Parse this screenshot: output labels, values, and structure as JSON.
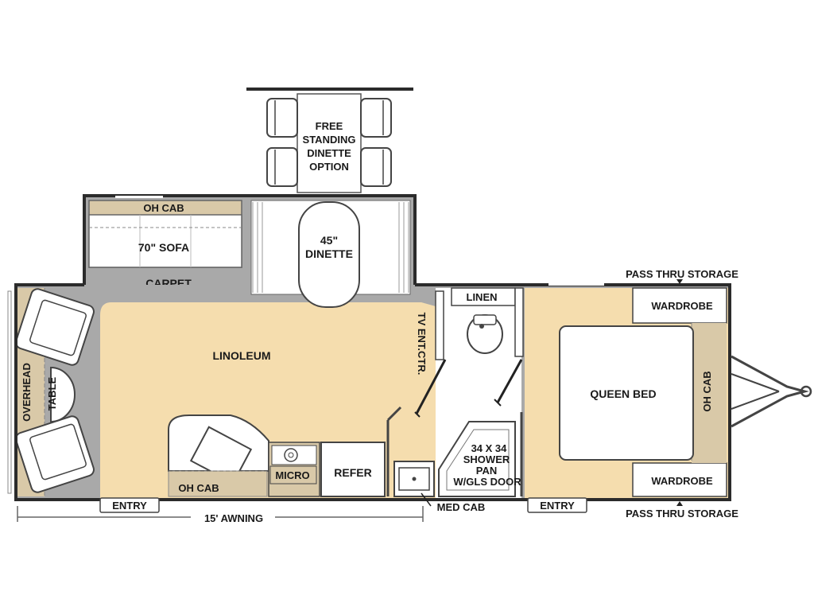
{
  "colors": {
    "wall": "#2b2b2b",
    "carpet": "#a9a9a9",
    "linoleum": "#f5ddae",
    "cabinet": "#d9c9a8",
    "furniture": "#ffffff",
    "outline": "#444444"
  },
  "labels": {
    "free_standing_1": "FREE",
    "free_standing_2": "STANDING",
    "free_standing_3": "DINETTE",
    "free_standing_4": "OPTION",
    "oh_cab_top": "OH CAB",
    "sofa": "70\" SOFA",
    "dinette_1": "45\"",
    "dinette_2": "DINETTE",
    "carpet": "CARPET",
    "linoleum": "LINOLEUM",
    "overhead": "OVERHEAD",
    "table": "TABLE",
    "tv_ent": "TV ENT.CTR.",
    "linen": "LINEN",
    "pass_thru_top": "PASS THRU STORAGE",
    "wardrobe_top": "WARDROBE",
    "queen_bed": "QUEEN BED",
    "oh_cab_right": "OH CAB",
    "shower_1": "34 X 34",
    "shower_2": "SHOWER",
    "shower_3": "PAN",
    "shower_4": "W/GLS DOOR",
    "oh_cab_bottom": "OH CAB",
    "micro": "MICRO",
    "refer": "REFER",
    "wardrobe_bottom": "WARDROBE",
    "entry_left": "ENTRY",
    "entry_right": "ENTRY",
    "med_cab": "MED CAB",
    "pass_thru_bottom": "PASS THRU STORAGE",
    "awning": "15' AWNING"
  }
}
